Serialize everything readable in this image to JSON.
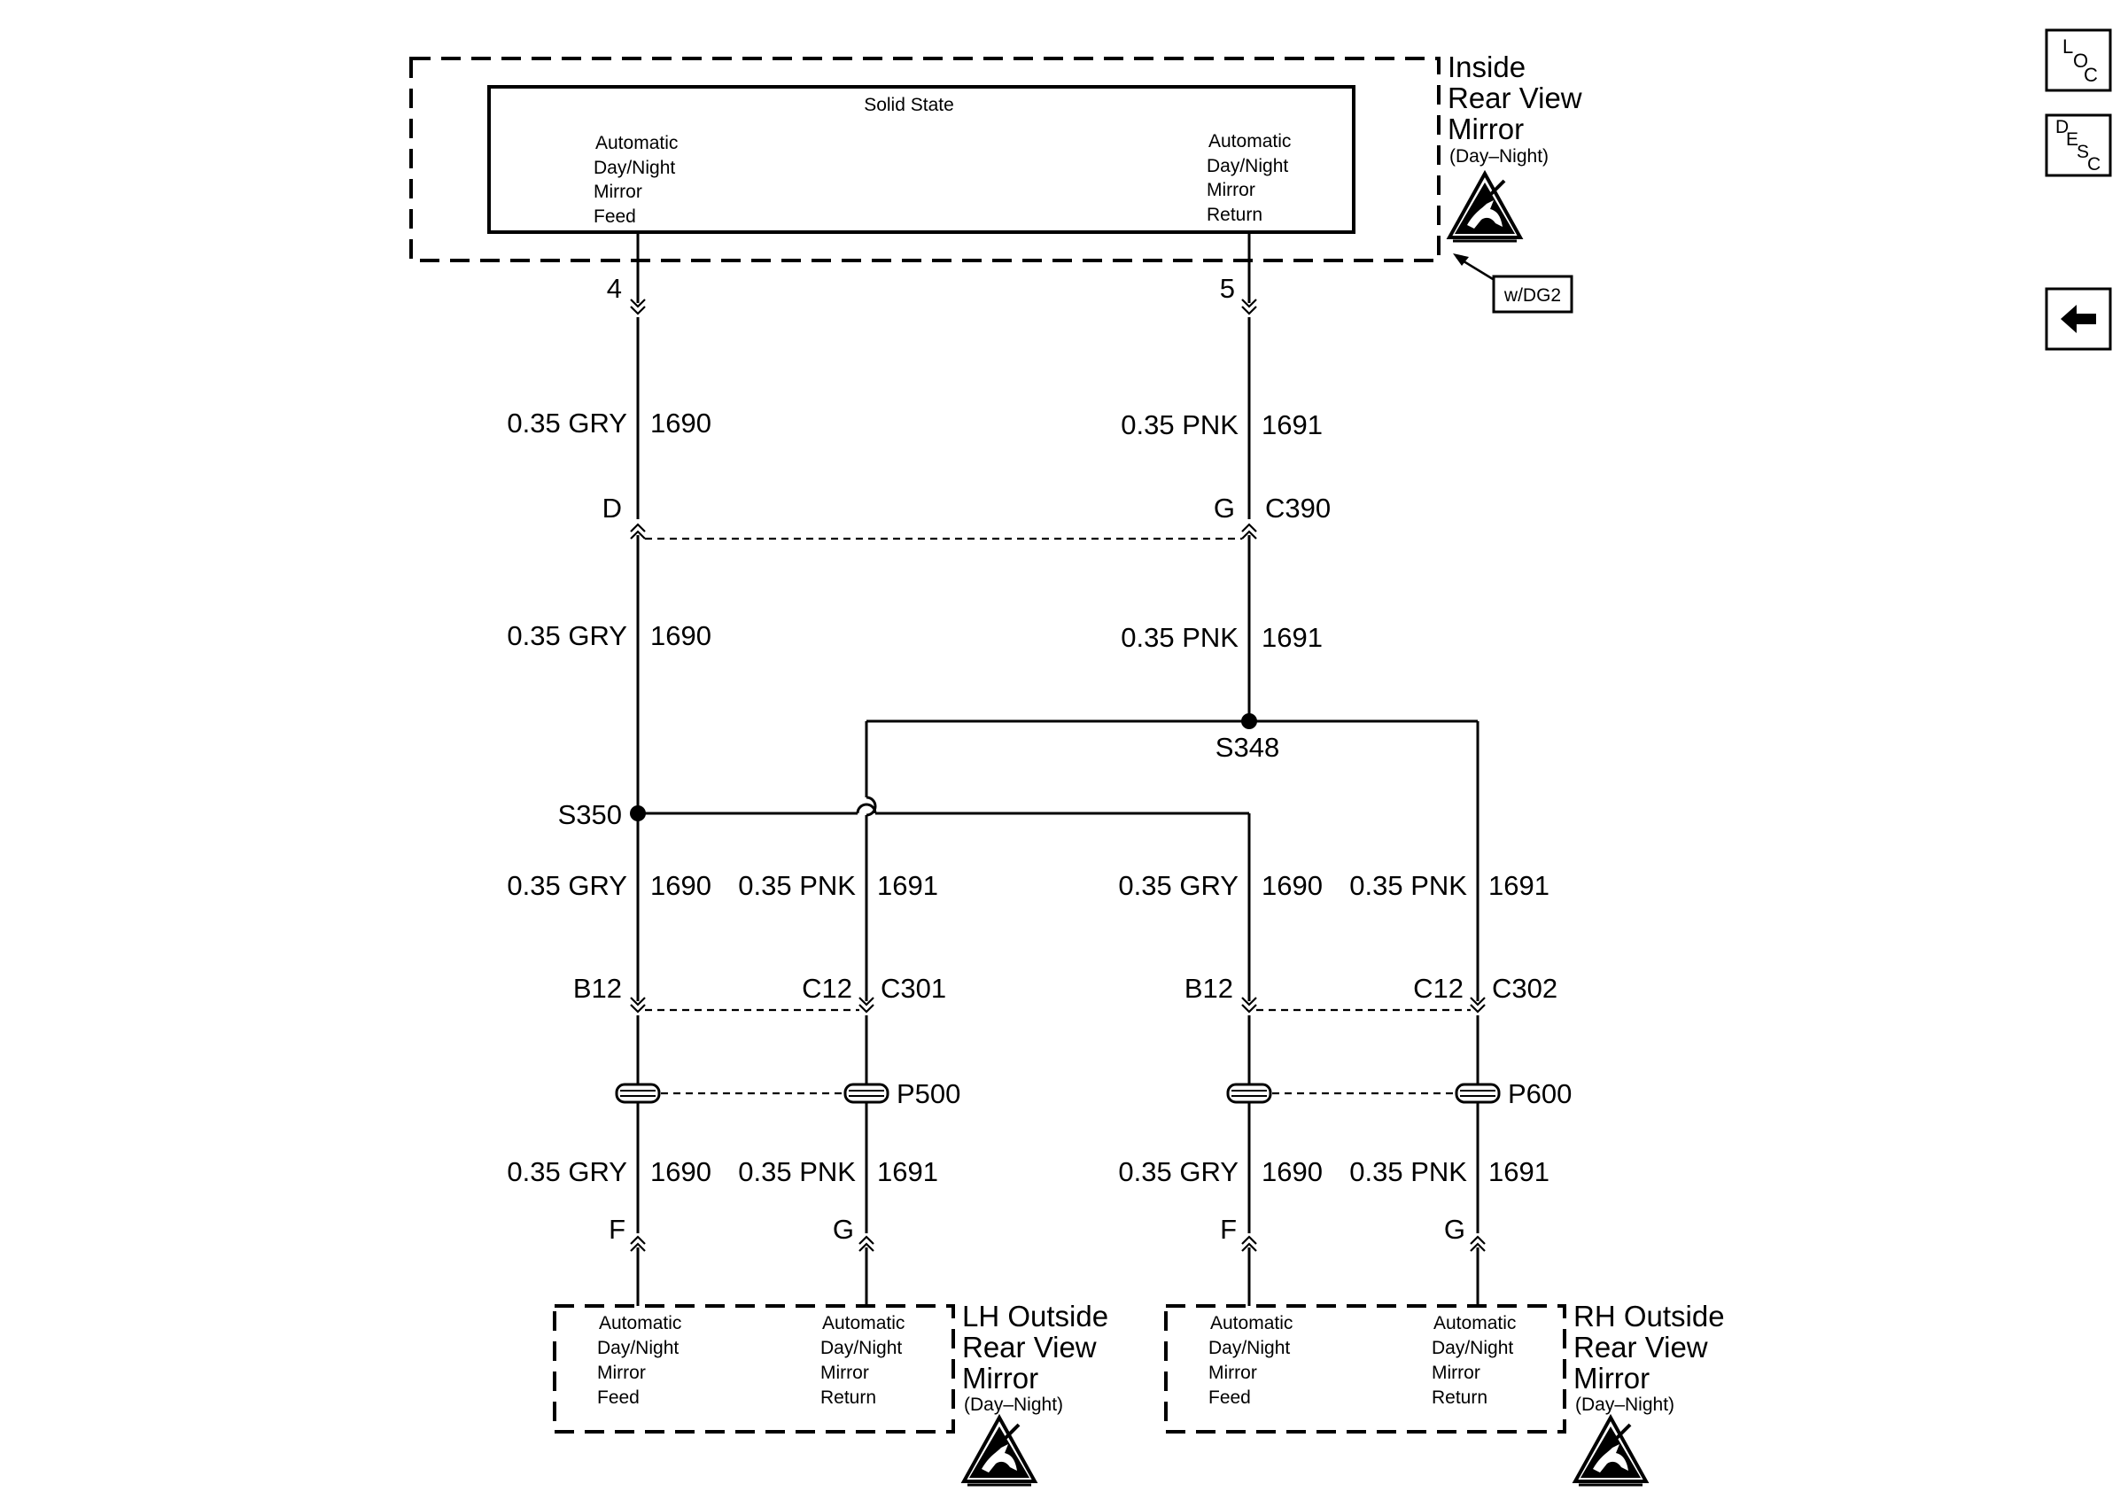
{
  "inside_mirror": {
    "module_title": "Solid State",
    "feed_lines": [
      "Automatic",
      "Day/Night",
      "Mirror",
      "Feed"
    ],
    "return_lines": [
      "Automatic",
      "Day/Night",
      "Mirror",
      "Return"
    ],
    "name_lines": [
      "Inside",
      "Rear View",
      "Mirror"
    ],
    "name_sub": "(Day–Night)",
    "option_tag": "w/DG2"
  },
  "pins": {
    "feed": "4",
    "return": "5"
  },
  "c390": {
    "connector": "C390",
    "pin_feed": "D",
    "pin_return": "G"
  },
  "wires": {
    "gry": {
      "gauge_color": "0.35 GRY",
      "circuit": "1690"
    },
    "pnk": {
      "gauge_color": "0.35 PNK",
      "circuit": "1691"
    }
  },
  "splices": {
    "pnk": "S348",
    "gry": "S350"
  },
  "c301": {
    "connector": "C301",
    "pin_feed": "B12",
    "pin_return": "C12"
  },
  "c302": {
    "connector": "C302",
    "pin_feed": "B12",
    "pin_return": "C12"
  },
  "pass_throughs": {
    "left": "P500",
    "right": "P600"
  },
  "lh_mirror": {
    "pin_feed": "F",
    "pin_return": "G",
    "feed_lines": [
      "Automatic",
      "Day/Night",
      "Mirror",
      "Feed"
    ],
    "return_lines": [
      "Automatic",
      "Day/Night",
      "Mirror",
      "Return"
    ],
    "name_lines": [
      "LH Outside",
      "Rear View",
      "Mirror"
    ],
    "name_sub": "(Day–Night)"
  },
  "rh_mirror": {
    "pin_feed": "F",
    "pin_return": "G",
    "feed_lines": [
      "Automatic",
      "Day/Night",
      "Mirror",
      "Feed"
    ],
    "return_lines": [
      "Automatic",
      "Day/Night",
      "Mirror",
      "Return"
    ],
    "name_lines": [
      "RH Outside",
      "Rear View",
      "Mirror"
    ],
    "name_sub": "(Day–Night)"
  },
  "nav": {
    "loc": [
      "L",
      "O",
      "C"
    ],
    "desc": [
      "D",
      "E",
      "S",
      "C"
    ],
    "back_icon": "left-arrow-icon"
  },
  "esd_icon": "esd-warning-icon"
}
